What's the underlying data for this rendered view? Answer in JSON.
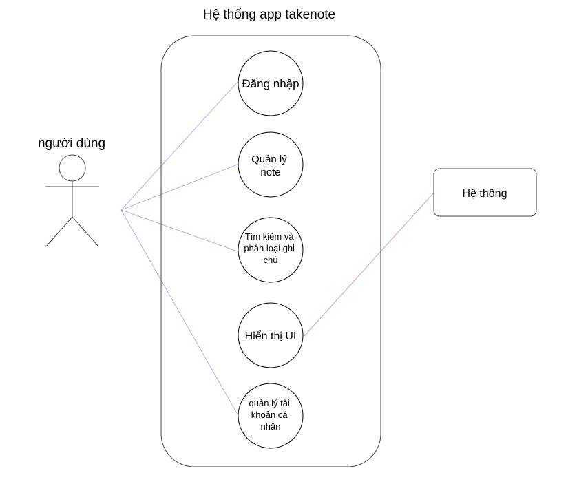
{
  "system": {
    "title": "Hệ thống app takenote"
  },
  "actors": {
    "user": {
      "label": "người dùng"
    },
    "system": {
      "label": "Hệ thống"
    }
  },
  "use_cases": [
    {
      "id": "login",
      "lines": [
        "Đăng nhập"
      ]
    },
    {
      "id": "manage-notes",
      "lines": [
        "Quản lý",
        "note"
      ]
    },
    {
      "id": "search-classify",
      "lines": [
        "Tìm kiếm và",
        "phân loại ghi",
        "chú"
      ]
    },
    {
      "id": "display-ui",
      "lines": [
        "Hiển thị UI"
      ]
    },
    {
      "id": "manage-account",
      "lines": [
        "quản lý tài",
        "khoản cá",
        "nhân"
      ]
    }
  ],
  "associations": [
    {
      "from": "user",
      "to": "login"
    },
    {
      "from": "user",
      "to": "manage-notes"
    },
    {
      "from": "user",
      "to": "search-classify"
    },
    {
      "from": "user",
      "to": "manage-account"
    },
    {
      "from": "system",
      "to": "display-ui"
    }
  ],
  "colors": {
    "user_link": "#a8b4e6",
    "system_link": "#d4a2a8",
    "stroke": "#000000",
    "box_stroke": "#444444"
  }
}
